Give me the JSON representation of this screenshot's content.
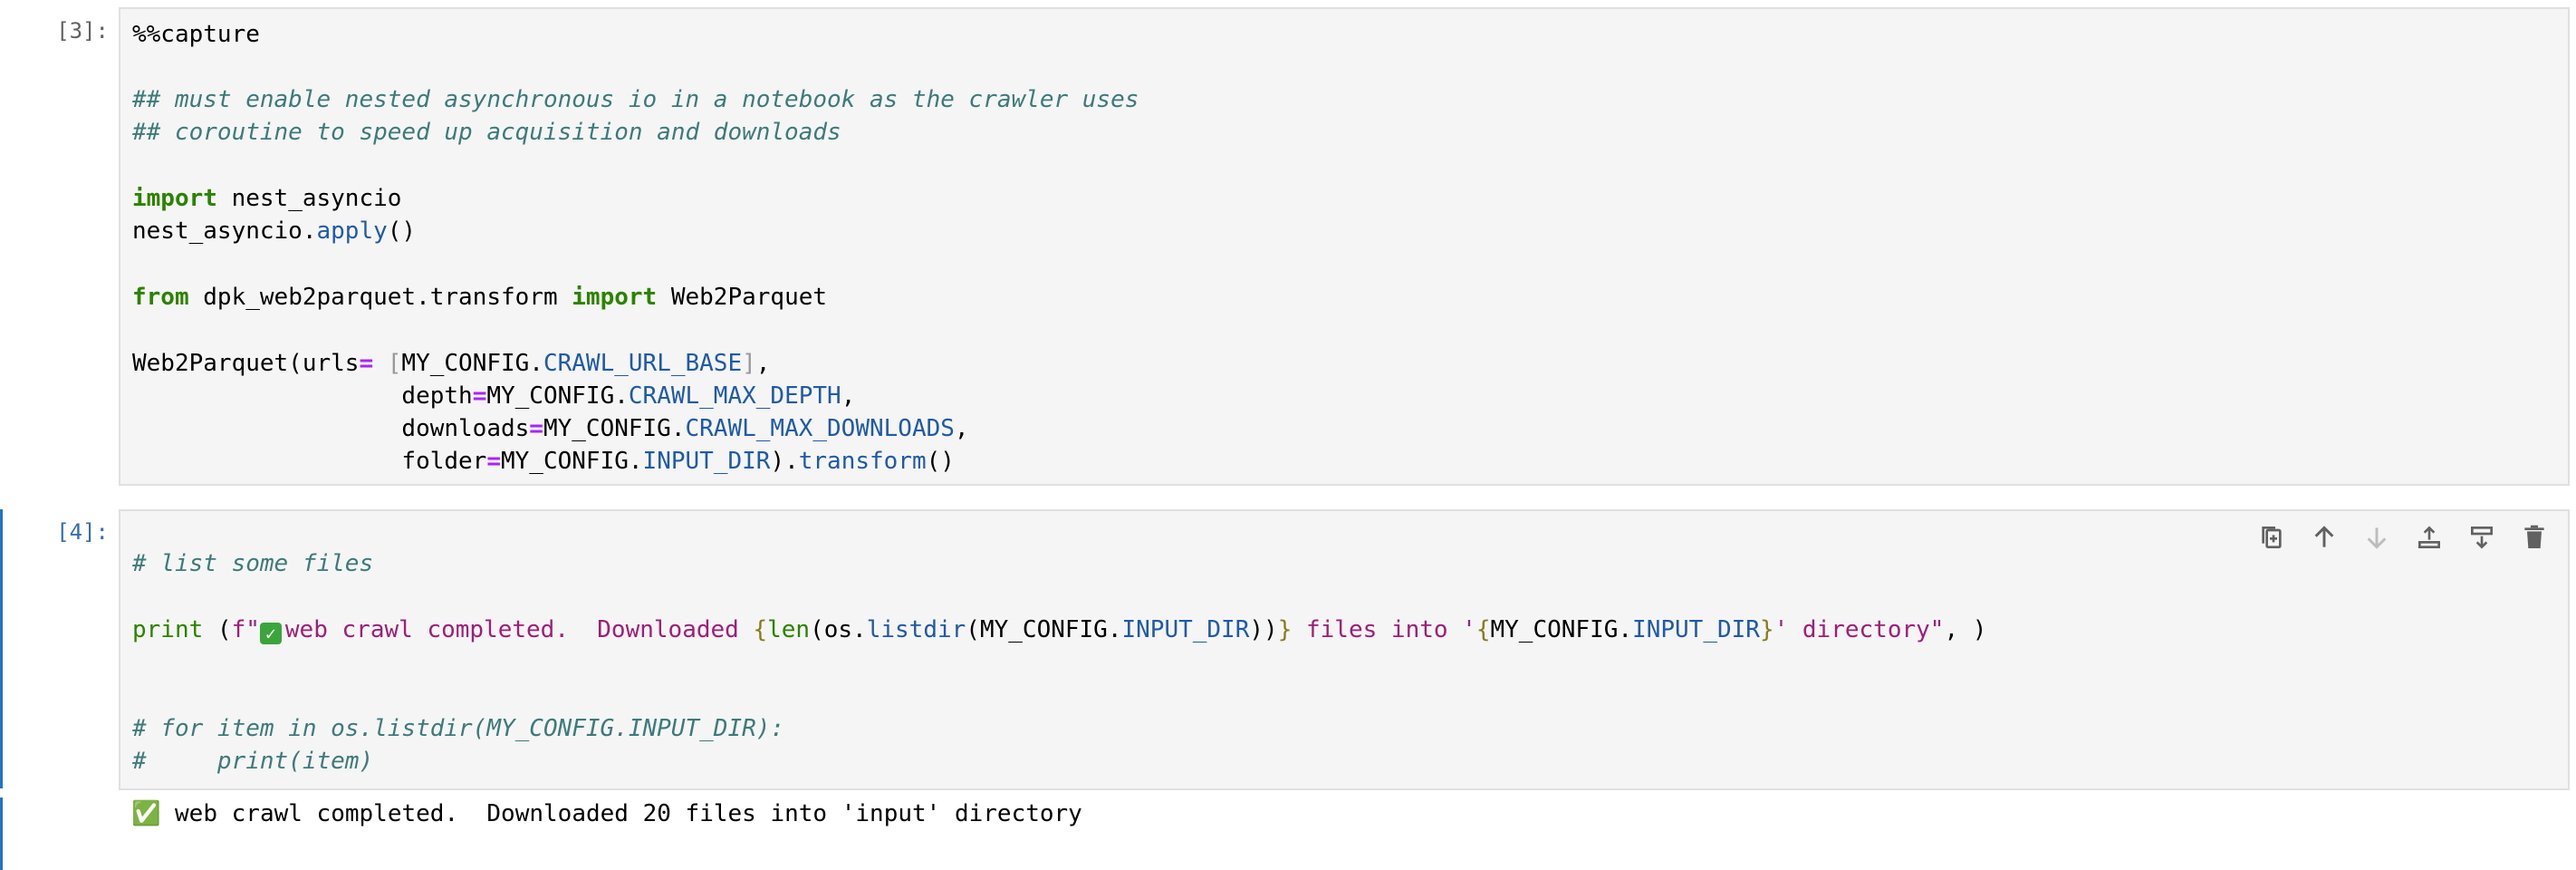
{
  "cells": [
    {
      "prompt": "[3]:",
      "lines": [
        "%%capture",
        "",
        "## must enable nested asynchronous io in a notebook as the crawler uses",
        "## coroutine to speed up acquisition and downloads",
        "",
        "import nest_asyncio",
        "nest_asyncio.apply()",
        "",
        "from dpk_web2parquet.transform import Web2Parquet",
        "",
        "Web2Parquet(urls= [MY_CONFIG.CRAWL_URL_BASE],",
        "                   depth=MY_CONFIG.CRAWL_MAX_DEPTH,",
        "                   downloads=MY_CONFIG.CRAWL_MAX_DOWNLOADS,",
        "                   folder=MY_CONFIG.INPUT_DIR).transform()"
      ]
    },
    {
      "prompt": "[4]:",
      "lines": [
        "# list some files",
        "",
        "print (f\"✅ web crawl completed.  Downloaded {len(os.listdir(MY_CONFIG.INPUT_DIR))} files into '{MY_CONFIG.INPUT_DIR}' directory\", )",
        "",
        "",
        "# for item in os.listdir(MY_CONFIG.INPUT_DIR):",
        "#     print(item)"
      ],
      "output": "✅ web crawl completed.  Downloaded 20 files into 'input' directory"
    }
  ],
  "toolbar": {
    "icons": [
      "duplicate-icon",
      "move-up-icon",
      "move-down-icon",
      "insert-above-icon",
      "insert-below-icon",
      "delete-icon"
    ]
  },
  "colors": {
    "comment": "#3d7a7a",
    "keyword": "#2a8400",
    "attribute": "#1f5aa8",
    "operator": "#aa22ff",
    "string": "#a01d7a",
    "active_accent": "#1e74c8"
  }
}
